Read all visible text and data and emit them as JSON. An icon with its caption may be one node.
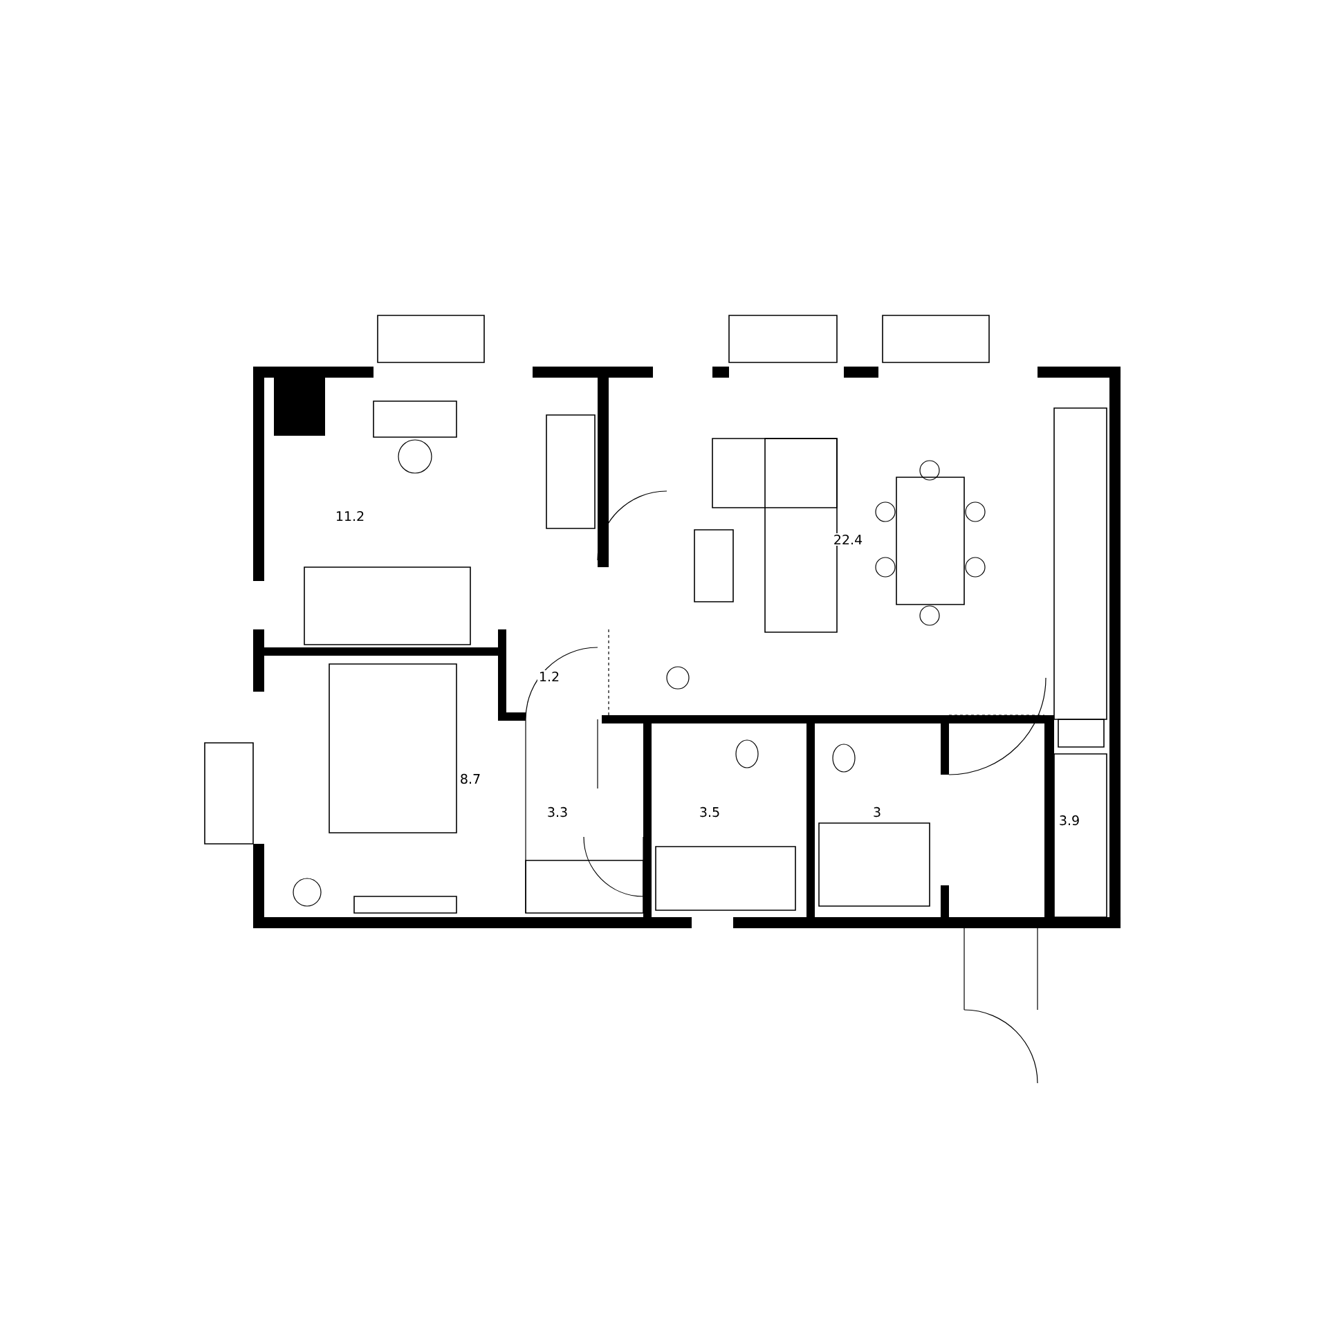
{
  "diagram": {
    "labels": [
      "11.2",
      "22.4",
      "1.2",
      "8.7",
      "3.3",
      "3.5",
      "3",
      "3.9"
    ]
  }
}
